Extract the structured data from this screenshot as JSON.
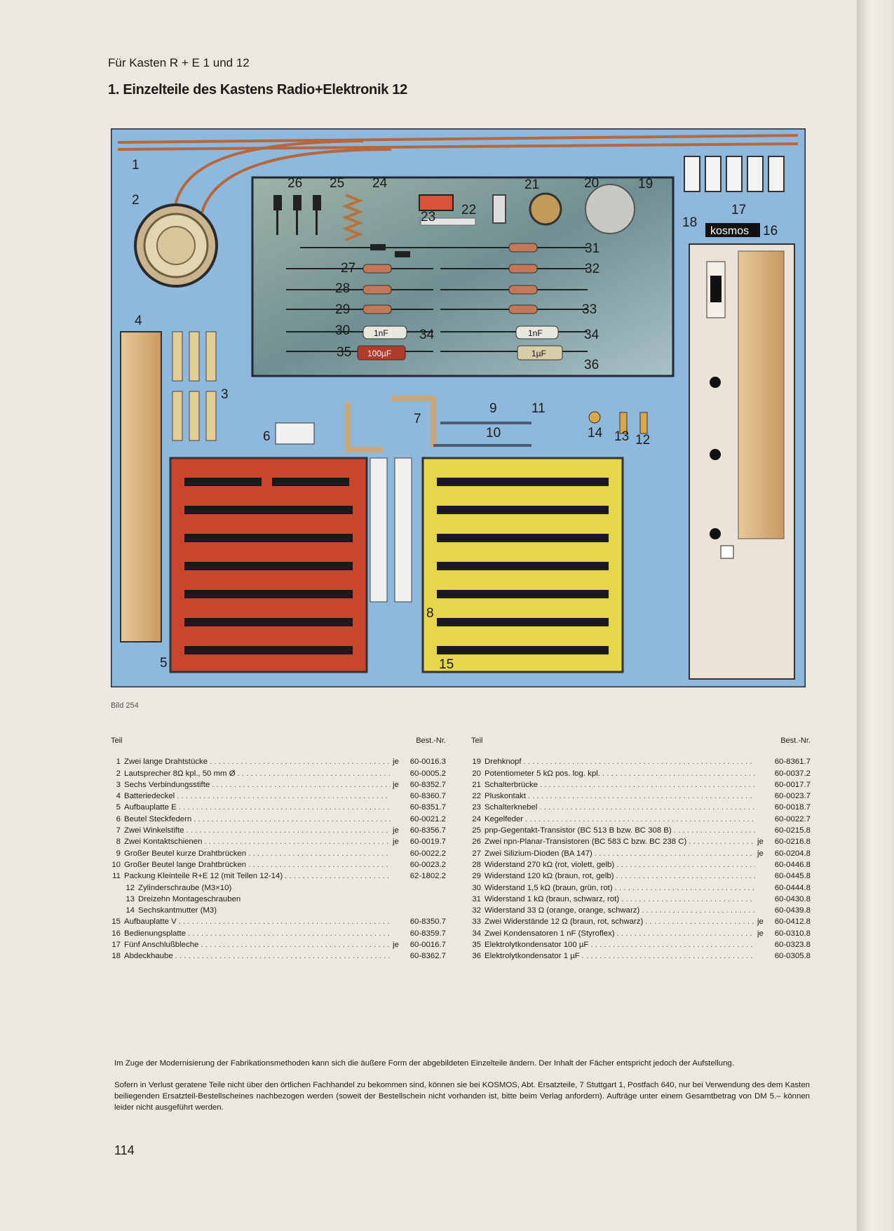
{
  "header": {
    "subtitle": "Für Kasten R + E 1 und 12",
    "title": "1. Einzelteile des Kastens Radio+Elektronik 12"
  },
  "figure": {
    "caption": "Bild 254",
    "brand_label": "kosmos",
    "capacitor_labels": [
      "1nF",
      "100µF",
      "1nF",
      "1µF"
    ],
    "callouts": [
      "1",
      "2",
      "3",
      "4",
      "5",
      "6",
      "7",
      "8",
      "9",
      "10",
      "11",
      "12",
      "13",
      "14",
      "15",
      "16",
      "17",
      "18",
      "19",
      "20",
      "21",
      "22",
      "23",
      "24",
      "25",
      "26",
      "27",
      "28",
      "29",
      "30",
      "31",
      "32",
      "33",
      "34",
      "34",
      "35",
      "36"
    ]
  },
  "table": {
    "col_teil": "Teil",
    "col_best": "Best.-Nr.",
    "left": [
      {
        "num": "1",
        "name": "Zwei lange Drahtstücke",
        "je": "je",
        "nr": "60-0016.3"
      },
      {
        "num": "2",
        "name": "Lautsprecher 8Ω kpl., 50 mm Ø",
        "je": "",
        "nr": "60-0005.2"
      },
      {
        "num": "3",
        "name": "Sechs Verbindungsstifte",
        "je": "je",
        "nr": "60-8352.7"
      },
      {
        "num": "4",
        "name": "Batteriedeckel",
        "je": "",
        "nr": "60-8360.7"
      },
      {
        "num": "5",
        "name": "Aufbauplatte E",
        "je": "",
        "nr": "60-8351.7"
      },
      {
        "num": "6",
        "name": "Beutel Steckfedern",
        "je": "",
        "nr": "60-0021.2"
      },
      {
        "num": "7",
        "name": "Zwei Winkelstifte",
        "je": "je",
        "nr": "60-8356.7"
      },
      {
        "num": "8",
        "name": "Zwei Kontaktschienen",
        "je": "je",
        "nr": "60-0019.7"
      },
      {
        "num": "9",
        "name": "Großer Beutel kurze Drahtbrücken",
        "je": "",
        "nr": "60-0022.2"
      },
      {
        "num": "10",
        "name": "Großer Beutel lange Drahtbrücken",
        "je": "",
        "nr": "60-0023.2"
      },
      {
        "num": "11",
        "name": "Packung Kleinteile R+E 12 (mit Teilen 12-14)",
        "je": "",
        "nr": "62-1802.2"
      },
      {
        "num": "12",
        "name": "Zylinderschraube (M3×10)",
        "je": "",
        "nr": "",
        "sub": true
      },
      {
        "num": "13",
        "name": "Dreizehn Montageschrauben",
        "je": "",
        "nr": "",
        "sub": true
      },
      {
        "num": "14",
        "name": "Sechskantmutter (M3)",
        "je": "",
        "nr": "",
        "sub": true
      },
      {
        "num": "15",
        "name": "Aufbauplatte V",
        "je": "",
        "nr": "60-8350.7"
      },
      {
        "num": "16",
        "name": "Bedienungsplatte",
        "je": "",
        "nr": "60-8359.7"
      },
      {
        "num": "17",
        "name": "Fünf Anschlußbleche",
        "je": "je",
        "nr": "60-0016.7"
      },
      {
        "num": "18",
        "name": "Abdeckhaube",
        "je": "",
        "nr": "60-8362.7"
      }
    ],
    "right": [
      {
        "num": "19",
        "name": "Drehknopf",
        "je": "",
        "nr": "60-8361.7"
      },
      {
        "num": "20",
        "name": "Potentiometer 5 kΩ pos. log. kpl.",
        "je": "",
        "nr": "60-0037.2"
      },
      {
        "num": "21",
        "name": "Schalterbrücke",
        "je": "",
        "nr": "60-0017.7"
      },
      {
        "num": "22",
        "name": "Pluskontakt",
        "je": "",
        "nr": "60-0023.7"
      },
      {
        "num": "23",
        "name": "Schalterknebel",
        "je": "",
        "nr": "60-0018.7"
      },
      {
        "num": "24",
        "name": "Kegelfeder",
        "je": "",
        "nr": "60-0022.7"
      },
      {
        "num": "25",
        "name": "pnp-Gegentakt-Transistor (BC 513 B bzw. BC 308 B)",
        "je": "",
        "nr": "60-0215.8"
      },
      {
        "num": "26",
        "name": "Zwei npn-Planar-Transistoren (BC 583 C bzw. BC 238 C)",
        "je": "je",
        "nr": "60-0216.8"
      },
      {
        "num": "27",
        "name": "Zwei Silizium-Dioden (BA 147)",
        "je": "je",
        "nr": "60-0204.8"
      },
      {
        "num": "28",
        "name": "Widerstand 270 kΩ (rot, violett, gelb)",
        "je": "",
        "nr": "60-0446.8"
      },
      {
        "num": "29",
        "name": "Widerstand 120 kΩ (braun, rot, gelb)",
        "je": "",
        "nr": "60-0445.8"
      },
      {
        "num": "30",
        "name": "Widerstand 1,5 kΩ (braun, grün, rot)",
        "je": "",
        "nr": "60-0444.8"
      },
      {
        "num": "31",
        "name": "Widerstand 1 kΩ (braun, schwarz, rot)",
        "je": "",
        "nr": "60-0430.8"
      },
      {
        "num": "32",
        "name": "Widerstand 33 Ω (orange, orange, schwarz)",
        "je": "",
        "nr": "60-0439.8"
      },
      {
        "num": "33",
        "name": "Zwei Widerstände 12 Ω (braun, rot, schwarz)",
        "je": "je",
        "nr": "60-0412.8"
      },
      {
        "num": "34",
        "name": "Zwei Kondensatoren 1 nF (Styroflex)",
        "je": "je",
        "nr": "60-0310.8"
      },
      {
        "num": "35",
        "name": "Elektrolytkondensator 100 µF",
        "je": "",
        "nr": "60-0323.8"
      },
      {
        "num": "36",
        "name": "Elektrolytkondensator 1 µF",
        "je": "",
        "nr": "60-0305.8"
      }
    ]
  },
  "notes": [
    "Im Zuge der Modernisierung der Fabrikationsmethoden kann sich die äußere Form der abgebildeten Einzelteile ändern. Der Inhalt der Fächer entspricht jedoch der Aufstellung.",
    "Sofern in Verlust geratene Teile nicht über den örtlichen Fachhandel zu bekommen sind, können sie bei KOSMOS, Abt. Ersatzteile, 7 Stuttgart 1, Postfach 640, nur bei Verwendung des dem Kasten beiliegenden Ersatzteil-Bestellscheines nachbezogen werden (soweit der Bestellschein nicht vorhanden ist, bitte beim Verlag anfordern). Aufträge unter einem Gesamtbetrag von DM 5.– können leider nicht ausgeführt werden."
  ],
  "page_number": "114",
  "colors": {
    "panel_blue": "#8fb9dc",
    "red_board": "#c9452c",
    "yellow_board": "#e6d64a",
    "paper": "#ece8df"
  }
}
